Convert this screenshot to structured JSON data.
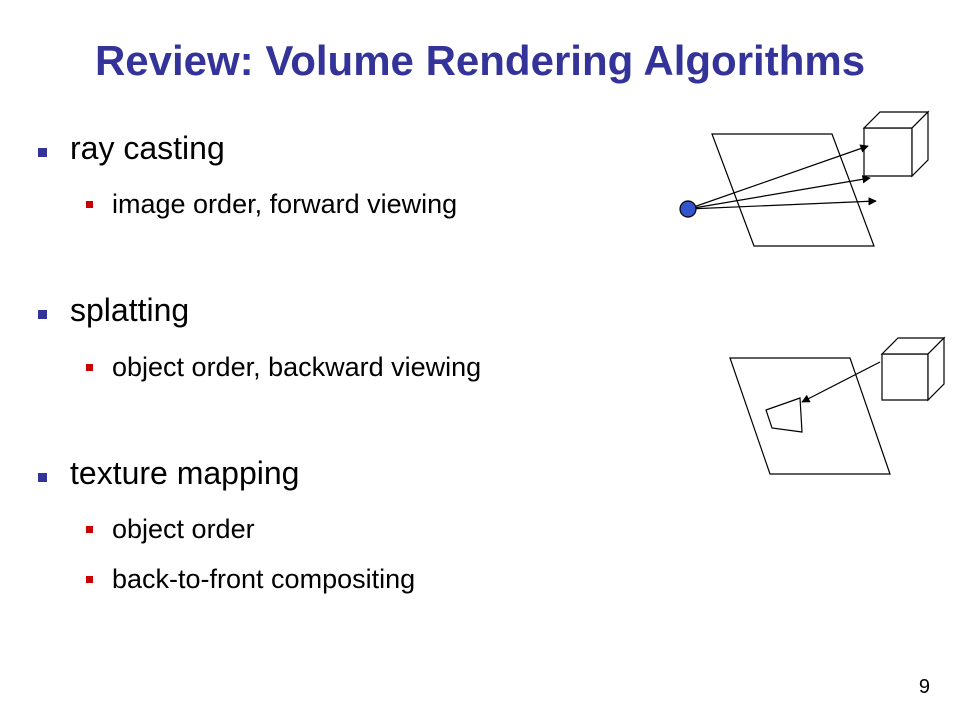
{
  "slide": {
    "title": "Review: Volume Rendering Algorithms",
    "page_number": "9",
    "colors": {
      "title": "#333399",
      "main_bullet": "#333399",
      "sub_bullet": "#cc0000",
      "ray_origin": "#3355cc"
    }
  },
  "sections": [
    {
      "label": "ray casting",
      "items": [
        "image order, forward viewing"
      ]
    },
    {
      "label": "splatting",
      "items": [
        "object order, backward viewing"
      ]
    },
    {
      "label": "texture mapping",
      "items": [
        "object order",
        "back-to-front compositing"
      ]
    }
  ],
  "diagrams": [
    {
      "name": "ray-casting-diagram",
      "icons": [
        "eye-point-icon",
        "image-plane-icon",
        "volume-cube-icon",
        "ray-arrow-icon"
      ]
    },
    {
      "name": "splatting-diagram",
      "icons": [
        "image-plane-icon",
        "volume-cube-icon",
        "projection-arrow-icon",
        "splat-footprint-icon"
      ]
    }
  ]
}
